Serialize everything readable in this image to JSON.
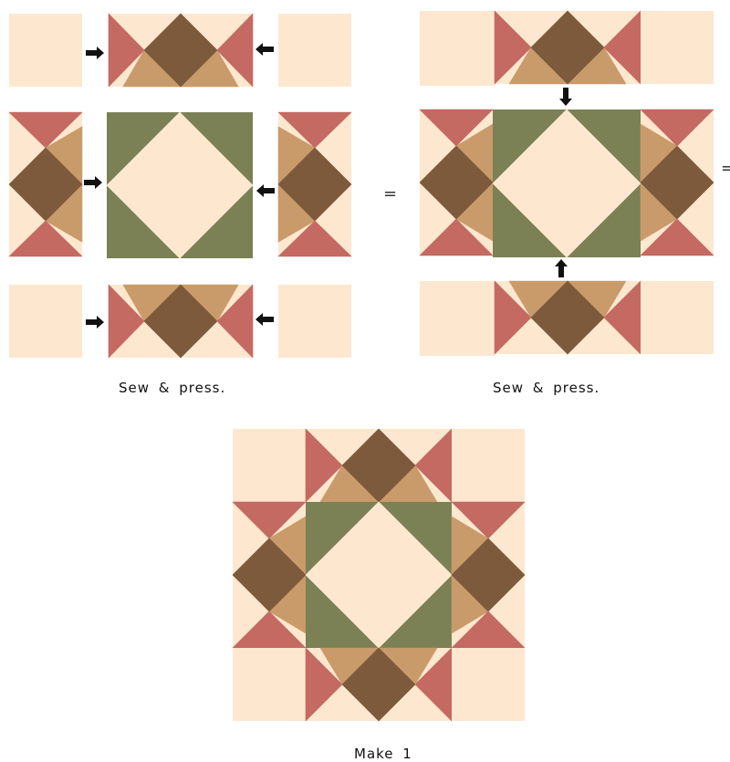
{
  "diagram": {
    "captions": {
      "left_step": "Sew & press.",
      "right_step": "Sew & press.",
      "result": "Make 1"
    },
    "equals_sign": "=",
    "colors": {
      "background": "#ffffff",
      "cream": "#fde8cf",
      "brown": "#7d5a3c",
      "tan": "#c99b6b",
      "rose": "#c46a63",
      "green": "#7b8055",
      "arrow": "#111111"
    },
    "icons": [
      "arrow-right-icon",
      "arrow-left-icon",
      "arrow-down-icon",
      "arrow-up-icon"
    ]
  }
}
